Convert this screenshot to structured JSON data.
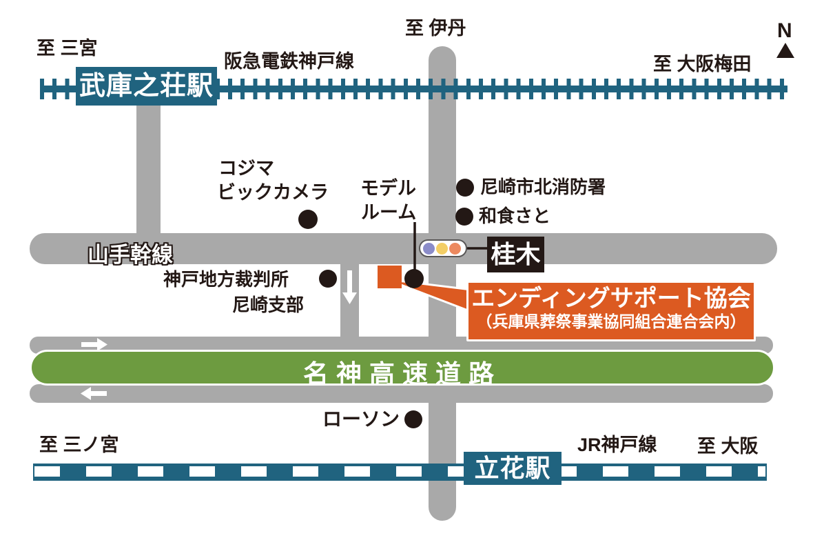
{
  "compass": {
    "label": "N"
  },
  "directions": {
    "top_left": "至 三宮",
    "top_center": "至 伊丹",
    "top_right": "至 大阪梅田",
    "bottom_left": "至 三ノ宮",
    "bottom_right": "至 大阪"
  },
  "railways": {
    "hankyu": {
      "line_name": "阪急電鉄神戸線",
      "station": "武庫之荘駅"
    },
    "jr": {
      "line_name": "JR神戸線",
      "station": "立花駅"
    }
  },
  "roads": {
    "yamate": "山手幹線",
    "meishin": "名神高速道路"
  },
  "intersection": {
    "signal_name": "桂木"
  },
  "pois": {
    "kojima": {
      "line1": "コジマ",
      "line2": "ビックカメラ"
    },
    "model_room": {
      "line1": "モデル",
      "line2": "ルーム"
    },
    "fire_station": {
      "label": "尼崎市北消防署"
    },
    "washoku_sato": {
      "label": "和食さと"
    },
    "court": {
      "line1": "神戸地方裁判所",
      "line2": "尼崎支部"
    },
    "lawson": {
      "label": "ローソン"
    }
  },
  "destination": {
    "title": "エンディングサポート協会",
    "subtitle": "（兵庫県葬祭事業協同組合連合会内）"
  },
  "colors": {
    "rail_teal": "#20637F",
    "road_gray": "#A9A9A9",
    "expressway_green": "#6D9B40",
    "accent_orange": "#DC5A21",
    "ink": "#231815",
    "signal_blue": "#8B8CC9",
    "signal_yellow": "#F3CE66",
    "signal_orange": "#EC895F"
  }
}
